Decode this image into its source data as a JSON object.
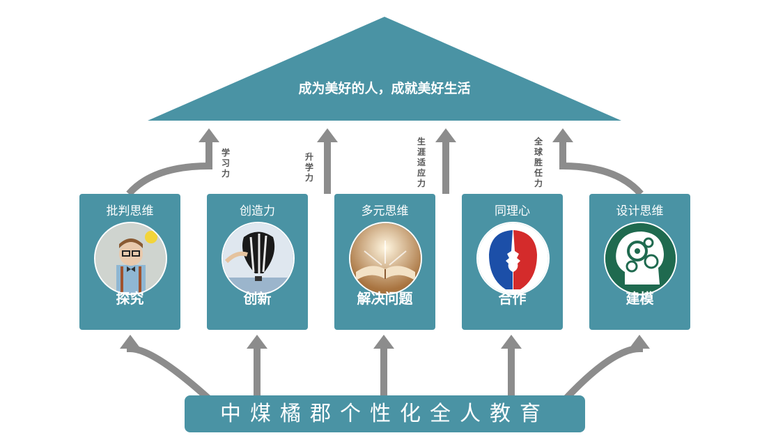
{
  "roof": {
    "title": "成为美好的人，成就美好生活"
  },
  "foundation": {
    "title": "中煤橘郡个性化全人教育"
  },
  "arrow_labels": [
    "学习力",
    "升学力",
    "生涯适应力",
    "全球胜任力"
  ],
  "pillars": [
    {
      "top": "批判思维",
      "bottom": "探究",
      "icon": "child-lightbulb-icon"
    },
    {
      "top": "创造力",
      "bottom": "创新",
      "icon": "balloon-icon"
    },
    {
      "top": "多元思维",
      "bottom": "解决问题",
      "icon": "open-book-icon"
    },
    {
      "top": "同理心",
      "bottom": "合作",
      "icon": "two-faces-icon"
    },
    {
      "top": "设计思维",
      "bottom": "建模",
      "icon": "gear-head-icon"
    }
  ],
  "colors": {
    "teal": "#4a93a4",
    "arrow_gray": "#8c8c8c",
    "text_white": "#ffffff"
  }
}
